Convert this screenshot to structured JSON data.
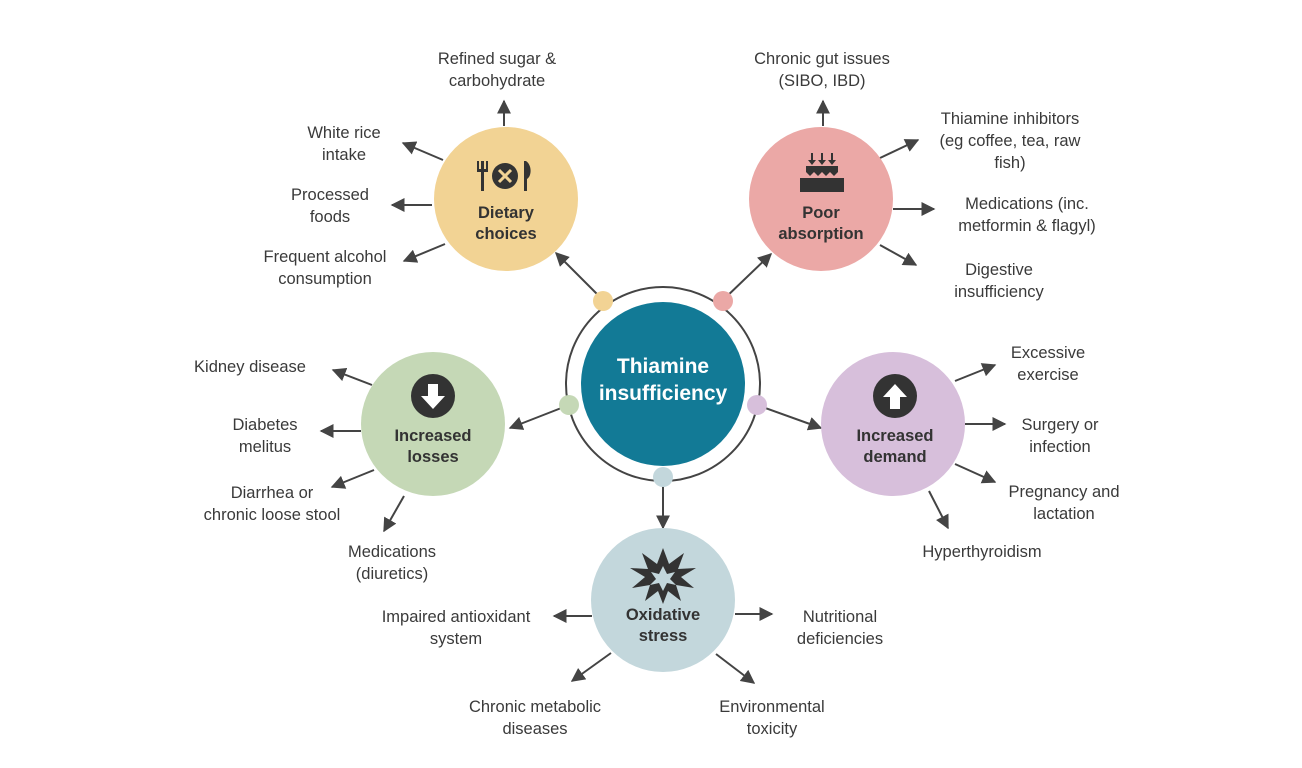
{
  "center": {
    "title": "Thiamine\ninsufficiency",
    "color": "#127a96"
  },
  "nodes": {
    "dietary": {
      "title": "Dietary\nchoices",
      "color": "#f2d394",
      "icon": "plate-cutlery-x-icon",
      "labels": [
        "Refined sugar &\ncarbohydrate",
        "White rice\nintake",
        "Processed\nfoods",
        "Frequent alcohol\nconsumption"
      ]
    },
    "absorption": {
      "title": "Poor\nabsorption",
      "color": "#eba8a6",
      "icon": "absorption-arrows-icon",
      "labels": [
        "Chronic gut issues\n(SIBO, IBD)",
        "Thiamine inhibitors\n(eg coffee, tea, raw\nfish)",
        "Medications (inc.\nmetformin & flagyl)",
        "Digestive\ninsufficiency"
      ]
    },
    "losses": {
      "title": "Increased\nlosses",
      "color": "#c5d8b6",
      "icon": "down-arrow-circle-icon",
      "labels": [
        "Kidney disease",
        "Diabetes\nmelitus",
        "Diarrhea or\nchronic loose stool",
        "Medications\n(diuretics)"
      ]
    },
    "demand": {
      "title": "Increased\ndemand",
      "color": "#d7bfdb",
      "icon": "up-arrow-circle-icon",
      "labels": [
        "Excessive\nexercise",
        "Surgery or\ninfection",
        "Pregnancy and\nlactation",
        "Hyperthyroidism"
      ]
    },
    "oxidative": {
      "title": "Oxidative\nstress",
      "color": "#c3d7dc",
      "icon": "burst-icon",
      "labels": [
        "Impaired antioxidant\nsystem",
        "Nutritional\ndeficiencies",
        "Chronic metabolic\ndiseases",
        "Environmental\ntoxicity"
      ]
    }
  },
  "colors": {
    "arrow": "#444444",
    "text": "#3a3a3a",
    "icon": "#333333"
  }
}
